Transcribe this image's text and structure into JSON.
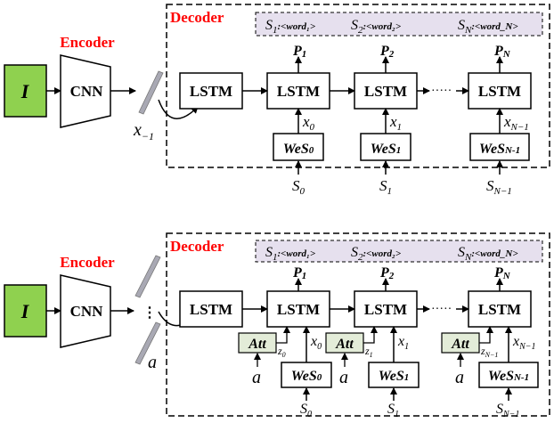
{
  "colors": {
    "input_fill": "#8fd14f",
    "encoder_label": "#ff0000",
    "decoder_label": "#ff0000",
    "seq_band_fill": "#e6e0ee",
    "att_fill": "#e3ecd8",
    "stroke": "#000000"
  },
  "top": {
    "input_label": "I",
    "encoder_label": "Encoder",
    "cnn_label": "CNN",
    "feature_label": "x",
    "feature_sub": "−1",
    "decoder_label": "Decoder",
    "lstm_labels": [
      "LSTM",
      "LSTM",
      "LSTM",
      "LSTM"
    ],
    "ellipsis": "·····",
    "words": [
      {
        "s": "S",
        "sub": "1",
        "tag": ":<word₁>"
      },
      {
        "s": "S",
        "sub": "2",
        "tag": ":<word₂>"
      },
      {
        "s": "S",
        "sub": "N",
        "tag": ":<word_N>"
      }
    ],
    "probs": [
      {
        "p": "P",
        "sub": "1"
      },
      {
        "p": "P",
        "sub": "2"
      },
      {
        "p": "P",
        "sub": "N"
      }
    ],
    "x_inputs": [
      {
        "x": "x",
        "sub": "0"
      },
      {
        "x": "x",
        "sub": "1"
      },
      {
        "x": "x",
        "sub": "N−1"
      }
    ],
    "embed": [
      {
        "w": "WeS",
        "sub": "0"
      },
      {
        "w": "WeS",
        "sub": "1"
      },
      {
        "w": "WeS",
        "sub": "N-1"
      }
    ],
    "tokens": [
      {
        "s": "S",
        "sub": "0"
      },
      {
        "s": "S",
        "sub": "1"
      },
      {
        "s": "S",
        "sub": "N−1"
      }
    ]
  },
  "bottom": {
    "input_label": "I",
    "encoder_label": "Encoder",
    "cnn_label": "CNN",
    "vdots": "⋮",
    "annotation_label": "a",
    "decoder_label": "Decoder",
    "lstm_labels": [
      "LSTM",
      "LSTM",
      "LSTM",
      "LSTM"
    ],
    "ellipsis": "·····",
    "words": [
      {
        "s": "S",
        "sub": "1",
        "tag": ":<word₁>"
      },
      {
        "s": "S",
        "sub": "2",
        "tag": ":<word₂>"
      },
      {
        "s": "S",
        "sub": "N",
        "tag": ":<word_N>"
      }
    ],
    "probs": [
      {
        "p": "P",
        "sub": "1"
      },
      {
        "p": "P",
        "sub": "2"
      },
      {
        "p": "P",
        "sub": "N"
      }
    ],
    "att_label": "Att",
    "att_inputs": [
      "a",
      "a",
      "a"
    ],
    "z_inputs": [
      {
        "z": "z",
        "sub": "0"
      },
      {
        "z": "z",
        "sub": "1"
      },
      {
        "z": "z",
        "sub": "N−1"
      }
    ],
    "x_inputs": [
      {
        "x": "x",
        "sub": "0"
      },
      {
        "x": "x",
        "sub": "1"
      },
      {
        "x": "x",
        "sub": "N−1"
      }
    ],
    "embed": [
      {
        "w": "WeS",
        "sub": "0"
      },
      {
        "w": "WeS",
        "sub": "1"
      },
      {
        "w": "WeS",
        "sub": "N-1"
      }
    ],
    "tokens": [
      {
        "s": "S",
        "sub": "0"
      },
      {
        "s": "S",
        "sub": "1"
      },
      {
        "s": "S",
        "sub": "N−1"
      }
    ]
  }
}
